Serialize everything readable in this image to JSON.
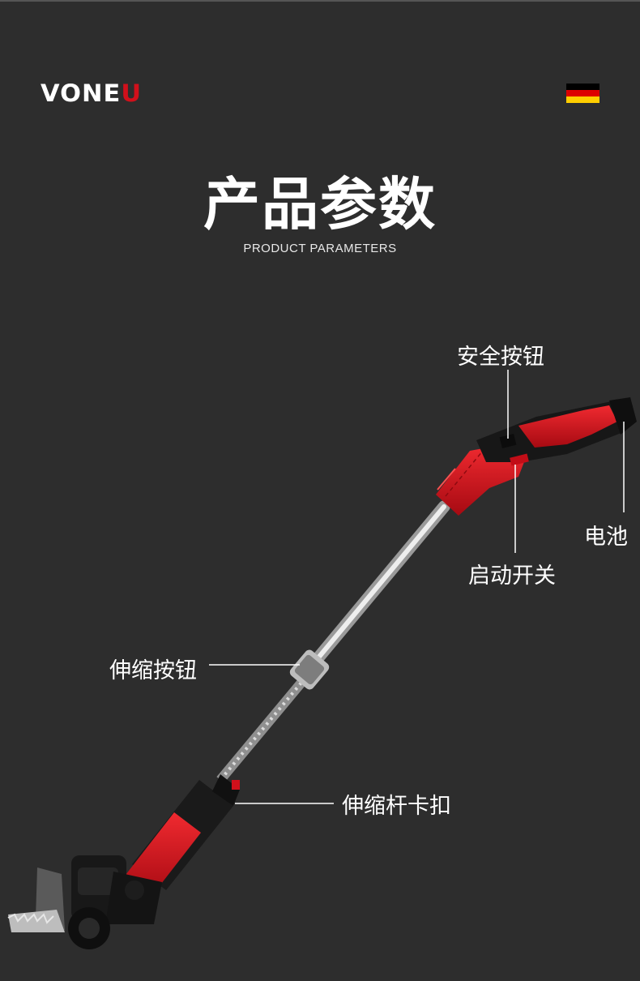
{
  "brand": {
    "logo_text": "VONE",
    "logo_text_accent": "U"
  },
  "flag": {
    "colors": [
      "#000000",
      "#dd0000",
      "#ffce00"
    ],
    "icon": "germany-flag-icon"
  },
  "header": {
    "title": "产品参数",
    "subtitle": "PRODUCT PARAMETERS"
  },
  "product": {
    "icon": "cordless-hedge-trimmer-icon",
    "accent_color": "#d1101b",
    "callouts": {
      "safety_button": "安全按钮",
      "battery": "电池",
      "power_switch": "启动开关",
      "telescopic_button": "伸缩按钮",
      "pole_clip": "伸缩杆卡扣"
    }
  }
}
